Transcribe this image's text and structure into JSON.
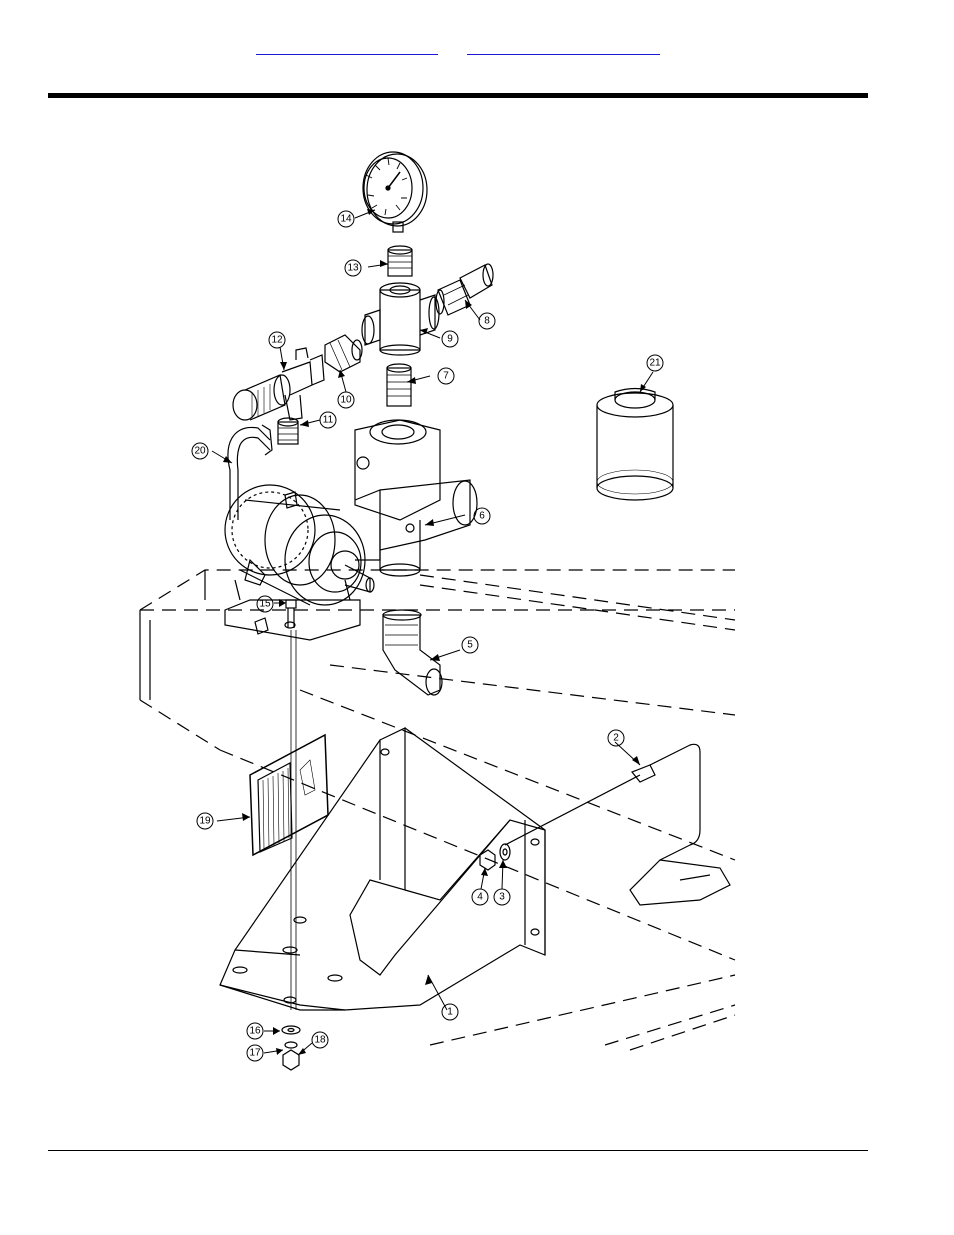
{
  "header": {
    "links": [
      "",
      ""
    ]
  },
  "callouts": [
    {
      "id": "c1",
      "label": "1"
    },
    {
      "id": "c2",
      "label": "2"
    },
    {
      "id": "c3",
      "label": "3"
    },
    {
      "id": "c4",
      "label": "4"
    },
    {
      "id": "c5",
      "label": "5"
    },
    {
      "id": "c6",
      "label": "6"
    },
    {
      "id": "c7",
      "label": "7"
    },
    {
      "id": "c8",
      "label": "8"
    },
    {
      "id": "c9",
      "label": "9"
    },
    {
      "id": "c10",
      "label": "10"
    },
    {
      "id": "c11",
      "label": "11"
    },
    {
      "id": "c12",
      "label": "12"
    },
    {
      "id": "c13",
      "label": "13"
    },
    {
      "id": "c14",
      "label": "14"
    },
    {
      "id": "c15",
      "label": "15"
    },
    {
      "id": "c16",
      "label": "16"
    },
    {
      "id": "c17",
      "label": "17"
    },
    {
      "id": "c18",
      "label": "18"
    },
    {
      "id": "c19",
      "label": "19"
    },
    {
      "id": "c20",
      "label": "20"
    },
    {
      "id": "c21",
      "label": "21"
    }
  ]
}
